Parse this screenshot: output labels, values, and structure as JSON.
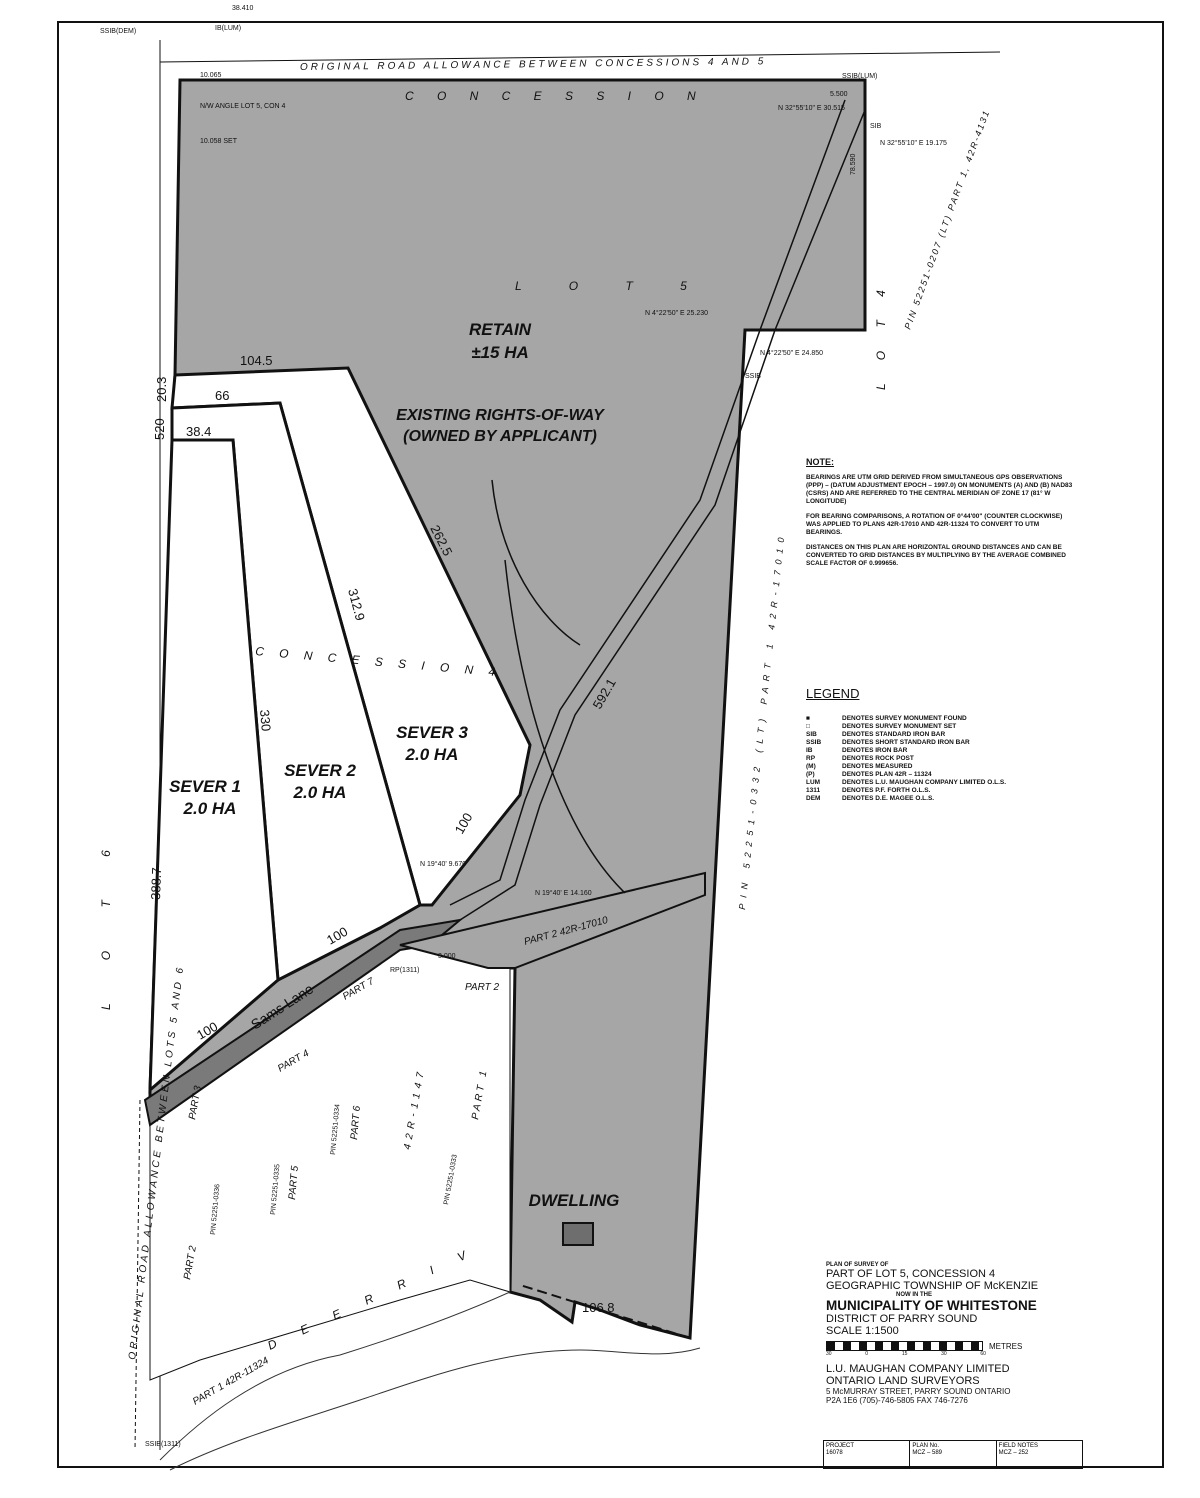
{
  "map": {
    "colors": {
      "retained_parcel": "#a6a6a6",
      "road": "#7a7a7a",
      "dwelling": "#6e6e6e",
      "line": "#111111"
    },
    "road_allowance_top": "ORIGINAL ROAD ALLOWANCE BETWEEN CONCESSIONS 4 AND 5",
    "road_allowance_left": "ORIGINAL ROAD ALLOWANCE BETWEEN LOTS 5 AND 6",
    "concession_top": "C O N C E S S I O N",
    "concession_mid": "C O N C E S S I O N  4",
    "lot_label": "L O T   5",
    "lot_left": "L O T  6",
    "lot_right": "L O T  4",
    "parcels": {
      "retain": {
        "name": "RETAIN",
        "area": "±15 HA"
      },
      "sever1": {
        "name": "SEVER 1",
        "area": "2.0 HA"
      },
      "sever2": {
        "name": "SEVER 2",
        "area": "2.0 HA"
      },
      "sever3": {
        "name": "SEVER 3",
        "area": "2.0 HA"
      },
      "row": "EXISTING RIGHTS-OF-WAY (OWNED BY APPLICANT)",
      "dwelling": "DWELLING"
    },
    "dimensions": [
      "104.5",
      "66",
      "38.4",
      "20.3",
      "520",
      "262.5",
      "312.9",
      "330",
      "100",
      "100",
      "100",
      "106.8",
      "388.7",
      "592.1"
    ],
    "road_name": "Sams Lane",
    "river": "D E E R   R I V",
    "pins": [
      "PIN 52251-0207 (LT) PART 1, 42R-4131",
      "PIN 52251-0332 (LT) PART 1 42R-17010",
      "PIN 52251-0335",
      "PIN 52251-0334",
      "PIN 52251-0333",
      "PIN 52251-0336"
    ],
    "parts": [
      "PART 2 42R-17010",
      "PART 2",
      "PART 7",
      "PART 4",
      "PART 5",
      "PART 6",
      "PART 3",
      "PART 2",
      "PART 1 42R-11324",
      "42R-1147",
      "PART 1"
    ],
    "bearings": [
      "N 32°55'10\" E 30.515",
      "N 32°55'10\" E 19.175",
      "N 4°22'50\" E 25.230",
      "N 4°22'50\" E 24.850",
      "N 19°40' 9.670",
      "N 19°40' E 14.160",
      "5.500",
      "78.590",
      "10.065",
      "10.058 SET",
      "38.410",
      "3.000"
    ],
    "monuments": [
      "SSIB(DEM)",
      "IB(LUM)",
      "SSIB(LUM)",
      "SIB",
      "SSIB",
      "RP(1311)",
      "SSIB(1311)",
      "N/W ANGLE LOT 5, CON 4"
    ]
  },
  "note": {
    "heading": "NOTE:",
    "p1": "BEARINGS ARE UTM GRID DERIVED FROM SIMULTANEOUS GPS OBSERVATIONS (PPP) – (DATUM ADJUSTMENT EPOCH – 1997.0) ON MONUMENTS (A) AND (B) NAD83 (CSRS) AND ARE REFERRED TO THE CENTRAL MERIDIAN OF ZONE 17 (81° W LONGITUDE)",
    "p2": "FOR BEARING COMPARISONS, A ROTATION OF 0°44'00\" (COUNTER CLOCKWISE) WAS APPLIED TO PLANS 42R-17010 AND 42R-11324 TO CONVERT TO UTM BEARINGS.",
    "p3": "DISTANCES ON THIS PLAN ARE HORIZONTAL GROUND DISTANCES AND CAN BE CONVERTED TO GRID DISTANCES BY MULTIPLYING BY THE AVERAGE COMBINED SCALE FACTOR OF 0.999656."
  },
  "legend": {
    "title": "LEGEND",
    "items": [
      {
        "key": "■",
        "text": "DENOTES SURVEY MONUMENT FOUND"
      },
      {
        "key": "□",
        "text": "DENOTES SURVEY MONUMENT SET"
      },
      {
        "key": "SIB",
        "text": "DENOTES STANDARD IRON BAR"
      },
      {
        "key": "SSIB",
        "text": "DENOTES SHORT STANDARD IRON BAR"
      },
      {
        "key": "IB",
        "text": "DENOTES IRON BAR"
      },
      {
        "key": "RP",
        "text": "DENOTES ROCK POST"
      },
      {
        "key": "(M)",
        "text": "DENOTES MEASURED"
      },
      {
        "key": "(P)",
        "text": "DENOTES PLAN 42R – 11324"
      },
      {
        "key": "LUM",
        "text": "DENOTES L.U. MAUGHAN COMPANY LIMITED   O.L.S."
      },
      {
        "key": "1311",
        "text": "DENOTES P.F. FORTH   O.L.S."
      },
      {
        "key": "DEM",
        "text": "DENOTES D.E. MAGEE   O.L.S."
      }
    ]
  },
  "title_block": {
    "l1": "PLAN OF SURVEY OF",
    "l2": "PART OF LOT 5, CONCESSION 4",
    "l3": "GEOGRAPHIC TOWNSHIP OF McKENZIE",
    "l4": "NOW IN THE",
    "l5": "MUNICIPALITY OF WHITESTONE",
    "l6": "DISTRICT OF PARRY SOUND",
    "l7": "SCALE 1:1500",
    "scale_unit": "METRES",
    "scale_ticks": [
      "30",
      "0",
      "15",
      "30",
      "60"
    ],
    "l8": "L.U. MAUGHAN COMPANY LIMITED",
    "l9": "ONTARIO LAND SURVEYORS",
    "l10": "5 McMURRAY STREET, PARRY SOUND   ONTARIO",
    "l11": "P2A 1E6    (705)-746-5805    FAX 746-7276",
    "project_label": "PROJECT",
    "project": "16078",
    "plan_label": "PLAN No.",
    "plan": "MCZ – 589",
    "field_label": "FIELD NOTES",
    "field": "MCZ – 252"
  }
}
